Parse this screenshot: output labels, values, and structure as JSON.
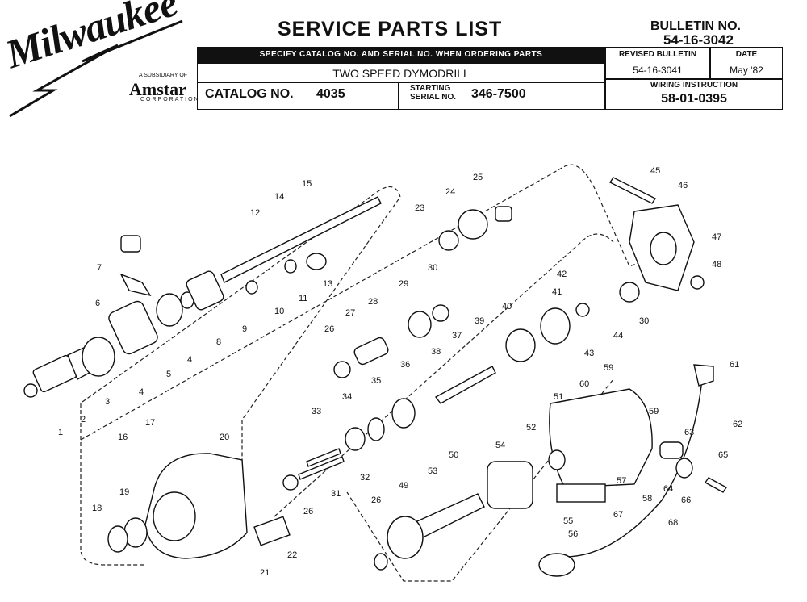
{
  "header": {
    "brand": "Milwaukee",
    "subsidiary_of": "A SUBSIDIARY OF",
    "parent": "Amstar",
    "parent_sub": "CORPORATION",
    "title": "SERVICE PARTS LIST",
    "bulletin_label": "BULLETIN NO.",
    "bulletin_no": "54-16-3042",
    "specify_note": "SPECIFY CATALOG NO. AND SERIAL NO. WHEN ORDERING PARTS",
    "product_name": "TWO SPEED DYMODRILL",
    "catalog_label": "CATALOG NO.",
    "catalog_no": "4035",
    "starting_label": "STARTING SERIAL NO.",
    "starting_serial": "346-7500",
    "revised_label": "REVISED BULLETIN",
    "revised_no": "54-16-3041",
    "date_label": "DATE",
    "date": "May '82",
    "wiring_label": "WIRING INSTRUCTION",
    "wiring_no": "58-01-0395"
  },
  "callouts": [
    "1",
    "2",
    "3",
    "4",
    "4",
    "5",
    "6",
    "7",
    "8",
    "9",
    "10",
    "11",
    "12",
    "13",
    "14",
    "15",
    "16",
    "17",
    "18",
    "19",
    "20",
    "21",
    "22",
    "23",
    "24",
    "25",
    "26",
    "26",
    "26",
    "27",
    "28",
    "29",
    "30",
    "30",
    "31",
    "32",
    "33",
    "34",
    "35",
    "36",
    "37",
    "38",
    "39",
    "40",
    "41",
    "42",
    "43",
    "44",
    "45",
    "46",
    "47",
    "48",
    "49",
    "50",
    "51",
    "52",
    "53",
    "54",
    "55",
    "56",
    "57",
    "58",
    "59",
    "59",
    "60",
    "61",
    "62",
    "63",
    "64",
    "65",
    "66",
    "67",
    "68"
  ]
}
